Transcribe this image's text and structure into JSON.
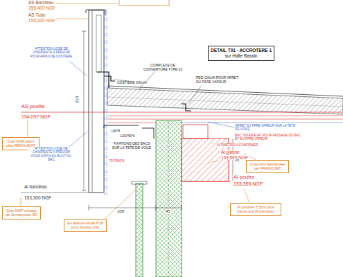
{
  "diagram": {
    "nodes": [
      {
        "text": [
          "DETAIL T01 - ACCROTERE 1",
          "sur Halle Bassin"
        ]
      },
      {
        "text": [
          "Cote NGF selon plan RENAUDAT"
        ]
      },
      {
        "text": [
          "Cote NGF extraite de la maquette 3D"
        ]
      },
      {
        "text": [
          "En attente étude P18 pour fixation tôle"
        ]
      },
      {
        "text": [
          "Cote mini demandée par FRANCHET"
        ]
      },
      {
        "text": [
          "Ai poutre= 5,5cm plus haute que Ai bandeau"
        ]
      }
    ],
    "labels": [
      "AS Bandeau",
      "155,400 NGF",
      "AS Tube",
      "155,320 NGF",
      "ATTENTION LISSE DE CHARPENTE A PREVOIR POUR APPUI DE COSTIERE",
      "COSTIERE GALVA",
      "COMPLEXE DE COUVERTURE TYPE 01",
      "PED GALVA POUR ARRET DU PARE VAPEUR",
      "210",
      "AS poutre",
      "154,097 NGF",
      "ATTENTION LISSE DE CHARPENTE A PREVOIR POUR APPUI DU BOUT DU BAC",
      "L80*8",
      "L100*50*6",
      "FIXATIONS DES BACS SUR LA TETE DE VOILE",
      "TR P500*6",
      "ARRET DU PARE VAPEUR SUR LA TETE DE VOILE",
      "BAC \"INTERIEUR\" POUR PASSAGE DU BAC ET DU PARE VAPEUR",
      "ALTIMETRIE A CONFIRMER",
      "Ai platine",
      "153,565 NGF",
      "23",
      "Ai poutre",
      "153,355 NGF",
      "Ai bandeau",
      "153,300 NGF",
      "109",
      "45"
    ]
  }
}
